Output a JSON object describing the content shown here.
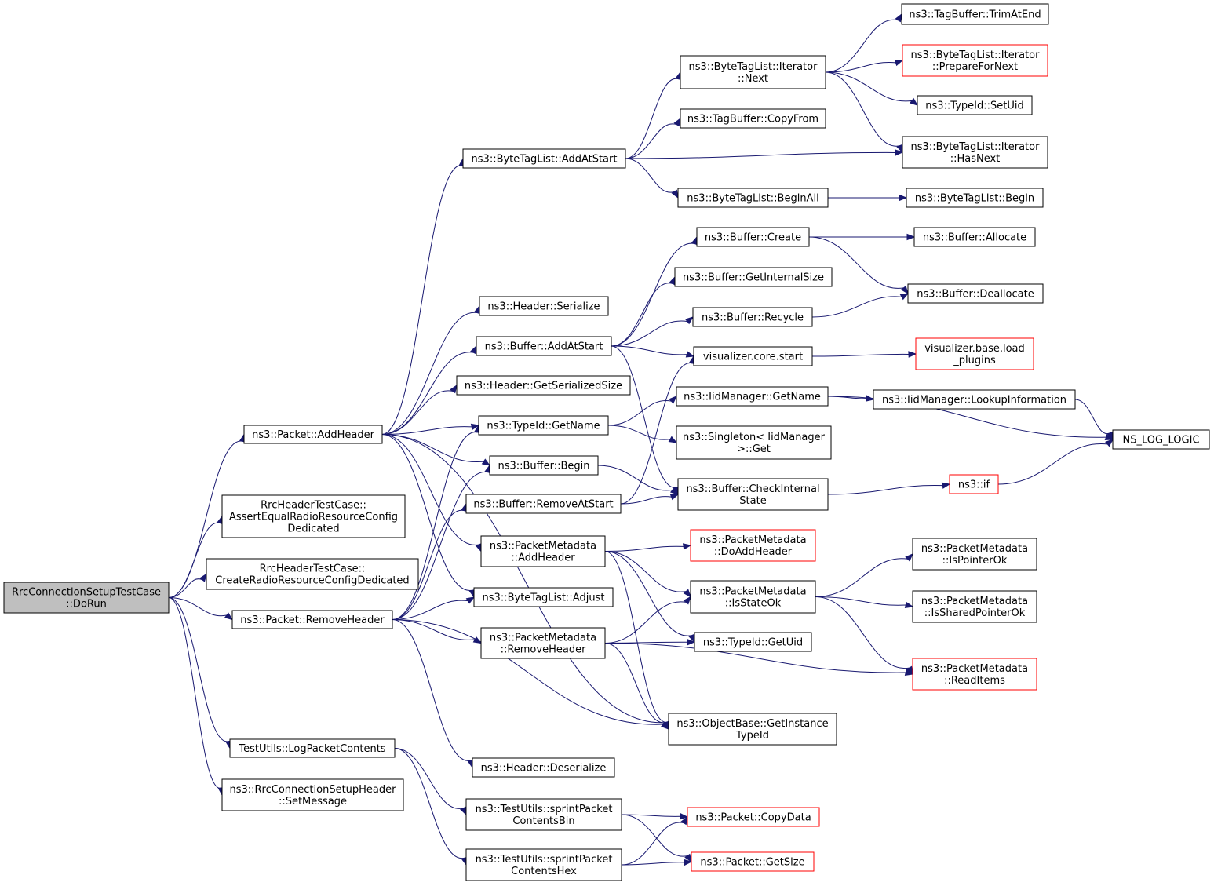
{
  "diagram": {
    "colors": {
      "edge": "#191970",
      "node_border": "#000000",
      "node_border_truncated": "#ff0000",
      "node_fill": "#ffffff",
      "root_fill": "#bfbfbf"
    },
    "nodes": [
      {
        "id": "root",
        "lines": [
          "RrcConnectionSetupTestCase",
          "::DoRun"
        ],
        "style": "root"
      },
      {
        "id": "pkt_addheader",
        "lines": [
          "ns3::Packet::AddHeader"
        ],
        "style": "normal"
      },
      {
        "id": "assert_equal",
        "lines": [
          "RrcHeaderTestCase::",
          "AssertEqualRadioResourceConfig",
          "Dedicated"
        ],
        "style": "normal"
      },
      {
        "id": "create_rrc",
        "lines": [
          "RrcHeaderTestCase::",
          "CreateRadioResourceConfigDedicated"
        ],
        "style": "normal"
      },
      {
        "id": "pkt_removeheader",
        "lines": [
          "ns3::Packet::RemoveHeader"
        ],
        "style": "normal"
      },
      {
        "id": "log_packet",
        "lines": [
          "TestUtils::LogPacketContents"
        ],
        "style": "normal"
      },
      {
        "id": "setmessage",
        "lines": [
          "ns3::RrcConnectionSetupHeader",
          "::SetMessage"
        ],
        "style": "normal"
      },
      {
        "id": "btl_addatstart",
        "lines": [
          "ns3::ByteTagList::AddAtStart"
        ],
        "style": "normal"
      },
      {
        "id": "hdr_serialize",
        "lines": [
          "ns3::Header::Serialize"
        ],
        "style": "normal"
      },
      {
        "id": "buf_addatstart",
        "lines": [
          "ns3::Buffer::AddAtStart"
        ],
        "style": "normal"
      },
      {
        "id": "hdr_getsersize",
        "lines": [
          "ns3::Header::GetSerializedSize"
        ],
        "style": "normal"
      },
      {
        "id": "typeid_getname",
        "lines": [
          "ns3::TypeId::GetName"
        ],
        "style": "normal"
      },
      {
        "id": "buf_begin",
        "lines": [
          "ns3::Buffer::Begin"
        ],
        "style": "normal"
      },
      {
        "id": "buf_removeatstart",
        "lines": [
          "ns3::Buffer::RemoveAtStart"
        ],
        "style": "normal"
      },
      {
        "id": "pm_addheader",
        "lines": [
          "ns3::PacketMetadata",
          "::AddHeader"
        ],
        "style": "normal"
      },
      {
        "id": "btl_adjust",
        "lines": [
          "ns3::ByteTagList::Adjust"
        ],
        "style": "normal"
      },
      {
        "id": "pm_removeheader",
        "lines": [
          "ns3::PacketMetadata",
          "::RemoveHeader"
        ],
        "style": "normal"
      },
      {
        "id": "hdr_deserialize",
        "lines": [
          "ns3::Header::Deserialize"
        ],
        "style": "normal"
      },
      {
        "id": "sprint_bin",
        "lines": [
          "ns3::TestUtils::sprintPacket",
          "ContentsBin"
        ],
        "style": "normal"
      },
      {
        "id": "sprint_hex",
        "lines": [
          "ns3::TestUtils::sprintPacket",
          "ContentsHex"
        ],
        "style": "normal"
      },
      {
        "id": "btli_next",
        "lines": [
          "ns3::ByteTagList::Iterator",
          "::Next"
        ],
        "style": "normal"
      },
      {
        "id": "tb_copyfrom",
        "lines": [
          "ns3::TagBuffer::CopyFrom"
        ],
        "style": "normal"
      },
      {
        "id": "btl_beginall",
        "lines": [
          "ns3::ByteTagList::BeginAll"
        ],
        "style": "normal"
      },
      {
        "id": "buf_create",
        "lines": [
          "ns3::Buffer::Create"
        ],
        "style": "normal"
      },
      {
        "id": "buf_getinternalsize",
        "lines": [
          "ns3::Buffer::GetInternalSize"
        ],
        "style": "normal"
      },
      {
        "id": "buf_recycle",
        "lines": [
          "ns3::Buffer::Recycle"
        ],
        "style": "normal"
      },
      {
        "id": "vis_core_start",
        "lines": [
          "visualizer.core.start"
        ],
        "style": "normal"
      },
      {
        "id": "iid_getname",
        "lines": [
          "ns3::IidManager::GetName"
        ],
        "style": "normal"
      },
      {
        "id": "singleton_get",
        "lines": [
          "ns3::Singleton< IidManager",
          ">::Get"
        ],
        "style": "normal"
      },
      {
        "id": "buf_checkinternal",
        "lines": [
          "ns3::Buffer::CheckInternal",
          "State"
        ],
        "style": "normal"
      },
      {
        "id": "pm_doaddheader",
        "lines": [
          "ns3::PacketMetadata",
          "::DoAddHeader"
        ],
        "style": "truncated"
      },
      {
        "id": "pm_isstateok",
        "lines": [
          "ns3::PacketMetadata",
          "::IsStateOk"
        ],
        "style": "normal"
      },
      {
        "id": "typeid_getuid",
        "lines": [
          "ns3::TypeId::GetUid"
        ],
        "style": "normal"
      },
      {
        "id": "ob_getinstancetypeid",
        "lines": [
          "ns3::ObjectBase::GetInstance",
          "TypeId"
        ],
        "style": "normal"
      },
      {
        "id": "pkt_copydata",
        "lines": [
          "ns3::Packet::CopyData"
        ],
        "style": "truncated"
      },
      {
        "id": "pkt_getsize",
        "lines": [
          "ns3::Packet::GetSize"
        ],
        "style": "truncated"
      },
      {
        "id": "tb_trimatend",
        "lines": [
          "ns3::TagBuffer::TrimAtEnd"
        ],
        "style": "normal"
      },
      {
        "id": "btli_preparefornext",
        "lines": [
          "ns3::ByteTagList::Iterator",
          "::PrepareForNext"
        ],
        "style": "truncated"
      },
      {
        "id": "typeid_setuid",
        "lines": [
          "ns3::TypeId::SetUid"
        ],
        "style": "normal"
      },
      {
        "id": "btli_hasnext",
        "lines": [
          "ns3::ByteTagList::Iterator",
          "::HasNext"
        ],
        "style": "normal"
      },
      {
        "id": "btl_begin",
        "lines": [
          "ns3::ByteTagList::Begin"
        ],
        "style": "normal"
      },
      {
        "id": "buf_allocate",
        "lines": [
          "ns3::Buffer::Allocate"
        ],
        "style": "normal"
      },
      {
        "id": "buf_deallocate",
        "lines": [
          "ns3::Buffer::Deallocate"
        ],
        "style": "normal"
      },
      {
        "id": "vis_base_load",
        "lines": [
          "visualizer.base.load",
          "_plugins"
        ],
        "style": "truncated"
      },
      {
        "id": "iid_lookup",
        "lines": [
          "ns3::IidManager::LookupInformation"
        ],
        "style": "normal"
      },
      {
        "id": "ns_log_logic",
        "lines": [
          "NS_LOG_LOGIC"
        ],
        "style": "normal"
      },
      {
        "id": "ns3_if",
        "lines": [
          "ns3::if"
        ],
        "style": "truncated"
      },
      {
        "id": "pm_ispointerok",
        "lines": [
          "ns3::PacketMetadata",
          "::IsPointerOk"
        ],
        "style": "normal"
      },
      {
        "id": "pm_issharedpointerok",
        "lines": [
          "ns3::PacketMetadata",
          "::IsSharedPointerOk"
        ],
        "style": "normal"
      },
      {
        "id": "pm_readitems",
        "lines": [
          "ns3::PacketMetadata",
          "::ReadItems"
        ],
        "style": "truncated"
      }
    ],
    "edges": [
      [
        "root",
        "pkt_addheader"
      ],
      [
        "root",
        "assert_equal"
      ],
      [
        "root",
        "create_rrc"
      ],
      [
        "root",
        "pkt_removeheader"
      ],
      [
        "root",
        "log_packet"
      ],
      [
        "root",
        "setmessage"
      ],
      [
        "pkt_addheader",
        "btl_addatstart"
      ],
      [
        "pkt_addheader",
        "hdr_serialize"
      ],
      [
        "pkt_addheader",
        "buf_addatstart"
      ],
      [
        "pkt_addheader",
        "hdr_getsersize"
      ],
      [
        "pkt_addheader",
        "typeid_getname"
      ],
      [
        "pkt_addheader",
        "buf_begin"
      ],
      [
        "pkt_addheader",
        "pm_addheader"
      ],
      [
        "pkt_addheader",
        "btl_adjust"
      ],
      [
        "pkt_addheader",
        "ob_getinstancetypeid"
      ],
      [
        "pkt_removeheader",
        "typeid_getname"
      ],
      [
        "pkt_removeheader",
        "buf_begin"
      ],
      [
        "pkt_removeheader",
        "buf_removeatstart"
      ],
      [
        "pkt_removeheader",
        "btl_adjust"
      ],
      [
        "pkt_removeheader",
        "pm_removeheader"
      ],
      [
        "pkt_removeheader",
        "hdr_deserialize"
      ],
      [
        "pkt_removeheader",
        "ob_getinstancetypeid"
      ],
      [
        "log_packet",
        "sprint_bin"
      ],
      [
        "log_packet",
        "sprint_hex"
      ],
      [
        "btl_addatstart",
        "btli_next"
      ],
      [
        "btl_addatstart",
        "tb_copyfrom"
      ],
      [
        "btl_addatstart",
        "btli_hasnext"
      ],
      [
        "btl_addatstart",
        "btl_beginall"
      ],
      [
        "btli_next",
        "tb_trimatend"
      ],
      [
        "btli_next",
        "btli_preparefornext"
      ],
      [
        "btli_next",
        "typeid_setuid"
      ],
      [
        "btli_next",
        "btli_hasnext"
      ],
      [
        "btl_beginall",
        "btl_begin"
      ],
      [
        "buf_addatstart",
        "buf_create"
      ],
      [
        "buf_addatstart",
        "buf_getinternalsize"
      ],
      [
        "buf_addatstart",
        "buf_recycle"
      ],
      [
        "buf_addatstart",
        "vis_core_start"
      ],
      [
        "buf_addatstart",
        "buf_checkinternal"
      ],
      [
        "buf_create",
        "buf_allocate"
      ],
      [
        "buf_create",
        "buf_deallocate"
      ],
      [
        "buf_recycle",
        "buf_deallocate"
      ],
      [
        "vis_core_start",
        "vis_base_load"
      ],
      [
        "typeid_getname",
        "iid_getname"
      ],
      [
        "typeid_getname",
        "singleton_get"
      ],
      [
        "iid_getname",
        "iid_lookup"
      ],
      [
        "iid_getname",
        "ns_log_logic"
      ],
      [
        "iid_lookup",
        "ns_log_logic"
      ],
      [
        "buf_begin",
        "buf_checkinternal"
      ],
      [
        "buf_removeatstart",
        "vis_core_start"
      ],
      [
        "buf_removeatstart",
        "buf_checkinternal"
      ],
      [
        "buf_checkinternal",
        "ns3_if"
      ],
      [
        "ns3_if",
        "ns_log_logic"
      ],
      [
        "pm_addheader",
        "pm_doaddheader"
      ],
      [
        "pm_addheader",
        "pm_isstateok"
      ],
      [
        "pm_addheader",
        "typeid_getuid"
      ],
      [
        "pm_addheader",
        "ob_getinstancetypeid"
      ],
      [
        "pm_isstateok",
        "pm_ispointerok"
      ],
      [
        "pm_isstateok",
        "pm_issharedpointerok"
      ],
      [
        "pm_isstateok",
        "pm_readitems"
      ],
      [
        "pm_removeheader",
        "pm_isstateok"
      ],
      [
        "pm_removeheader",
        "typeid_getuid"
      ],
      [
        "pm_removeheader",
        "pm_readitems"
      ],
      [
        "pm_removeheader",
        "ob_getinstancetypeid"
      ],
      [
        "sprint_bin",
        "pkt_copydata"
      ],
      [
        "sprint_bin",
        "pkt_getsize"
      ],
      [
        "sprint_hex",
        "pkt_copydata"
      ],
      [
        "sprint_hex",
        "pkt_getsize"
      ]
    ]
  }
}
